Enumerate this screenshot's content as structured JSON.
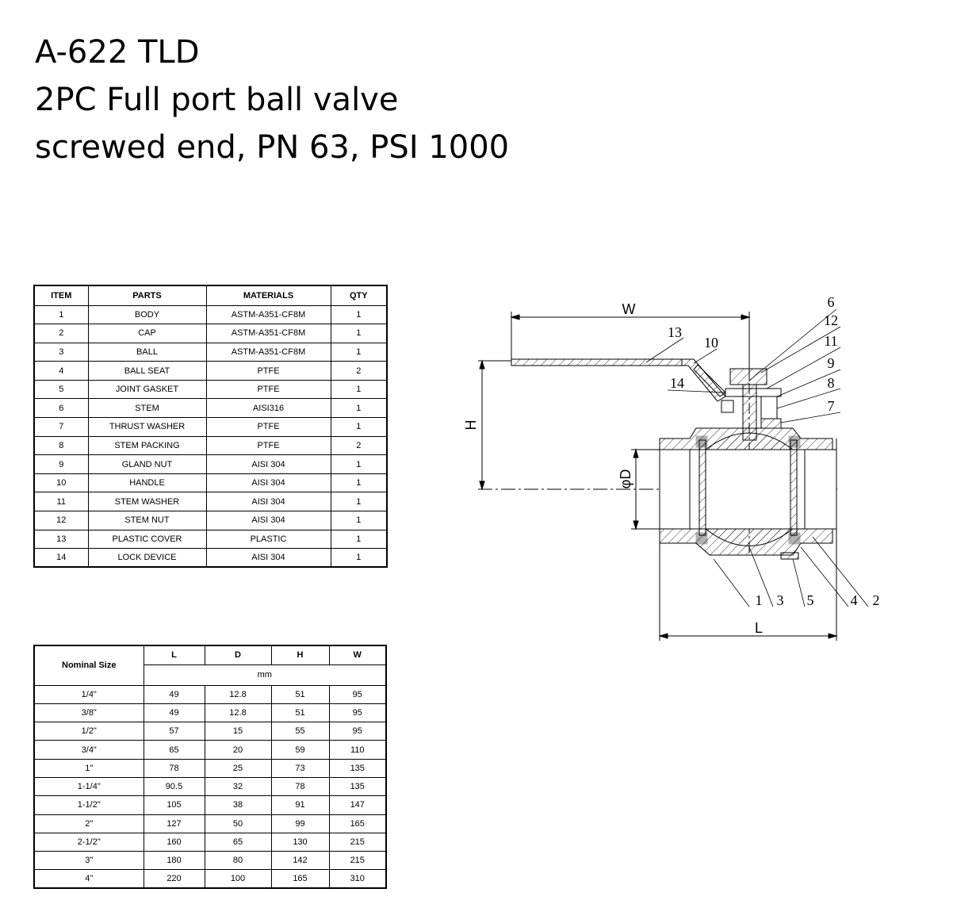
{
  "title": {
    "line1": "A-622 TLD",
    "line2": "2PC Full port ball valve",
    "line3": "screwed end, PN 63, PSI 1000"
  },
  "parts_table": {
    "headers": [
      "ITEM",
      "PARTS",
      "MATERIALS",
      "QTY"
    ],
    "rows": [
      [
        "1",
        "BODY",
        "ASTM-A351-CF8M",
        "1"
      ],
      [
        "2",
        "CAP",
        "ASTM-A351-CF8M",
        "1"
      ],
      [
        "3",
        "BALL",
        "ASTM-A351-CF8M",
        "1"
      ],
      [
        "4",
        "BALL SEAT",
        "PTFE",
        "2"
      ],
      [
        "5",
        "JOINT GASKET",
        "PTFE",
        "1"
      ],
      [
        "6",
        "STEM",
        "AISI316",
        "1"
      ],
      [
        "7",
        "THRUST WASHER",
        "PTFE",
        "1"
      ],
      [
        "8",
        "STEM PACKING",
        "PTFE",
        "2"
      ],
      [
        "9",
        "GLAND NUT",
        "AISI 304",
        "1"
      ],
      [
        "10",
        "HANDLE",
        "AISI 304",
        "1"
      ],
      [
        "11",
        "STEM WASHER",
        "AISI 304",
        "1"
      ],
      [
        "12",
        "STEM NUT",
        "AISI 304",
        "1"
      ],
      [
        "13",
        "PLASTIC COVER",
        "PLASTIC",
        "1"
      ],
      [
        "14",
        "LOCK DEVICE",
        "AISI 304",
        "1"
      ]
    ]
  },
  "size_table": {
    "nominal_label": "Nominal Size",
    "headers": [
      "L",
      "D",
      "H",
      "W"
    ],
    "unit": "mm",
    "rows": [
      [
        "1/4\"",
        "49",
        "12.8",
        "51",
        "95"
      ],
      [
        "3/8\"",
        "49",
        "12.8",
        "51",
        "95"
      ],
      [
        "1/2\"",
        "57",
        "15",
        "55",
        "95"
      ],
      [
        "3/4\"",
        "65",
        "20",
        "59",
        "110"
      ],
      [
        "1\"",
        "78",
        "25",
        "73",
        "135"
      ],
      [
        "1-1/4\"",
        "90.5",
        "32",
        "78",
        "135"
      ],
      [
        "1-1/2\"",
        "105",
        "38",
        "91",
        "147"
      ],
      [
        "2\"",
        "127",
        "50",
        "99",
        "165"
      ],
      [
        "2-1/2\"",
        "160",
        "65",
        "130",
        "215"
      ],
      [
        "3\"",
        "180",
        "80",
        "142",
        "215"
      ],
      [
        "4\"",
        "220",
        "100",
        "165",
        "310"
      ]
    ]
  },
  "drawing": {
    "dim_w": "W",
    "dim_h": "H",
    "dim_d": "φD",
    "dim_l": "L",
    "callouts": [
      "6",
      "12",
      "11",
      "9",
      "8",
      "7",
      "13",
      "10",
      "14",
      "1",
      "3",
      "5",
      "4",
      "2"
    ]
  }
}
